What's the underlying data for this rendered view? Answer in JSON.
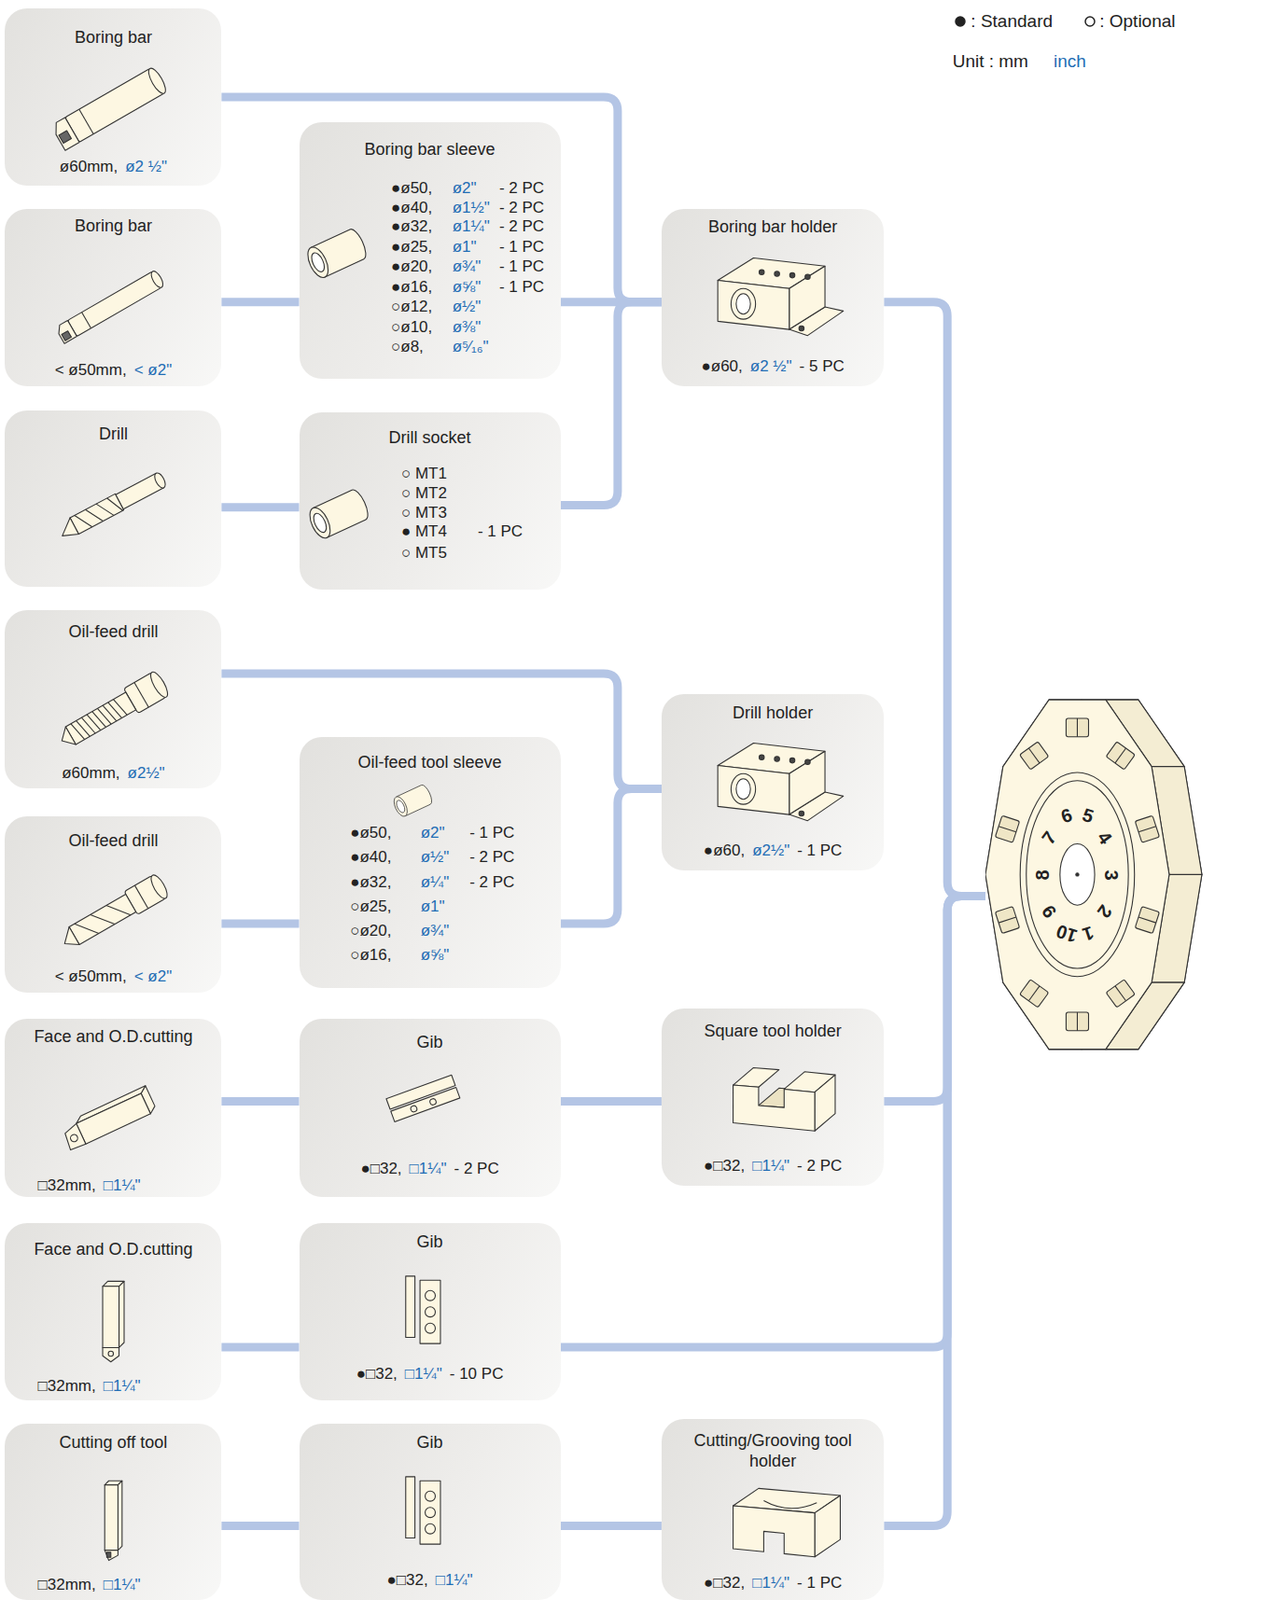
{
  "diagram": {
    "nodes": [
      {
        "text": [
          "Boring bar",
          "ø60mm,",
          "ø2 ½\""
        ]
      },
      {
        "text": [
          "Boring bar sleeve",
          "●ø50,",
          "ø2\"",
          "- 2 PC",
          "●ø40,",
          "ø1½\"",
          "- 2 PC",
          "●ø32,",
          "ø1¼\"",
          "- 2 PC",
          "●ø25,",
          "ø1\"",
          "- 1 PC",
          "●ø20,",
          "ø¾\"",
          "- 1 PC",
          "●ø16,",
          "ø⅝\"",
          "- 1 PC",
          "○ø12,",
          "ø½\"",
          "○ø10,",
          "ø⅜\"",
          "○ø8,",
          "ø⁵⁄₁₆\""
        ]
      },
      {
        "text": [
          "Boring bar holder",
          "●ø60,",
          "ø2 ½\"",
          "- 5 PC"
        ]
      },
      {
        "text": [
          "Boring bar",
          "< ø50mm,",
          "< ø2\""
        ]
      },
      {
        "text": [
          "Drill"
        ]
      },
      {
        "text": [
          "Drill socket",
          "○ MT1",
          "○ MT2",
          "○ MT3",
          "● MT4",
          "- 1 PC",
          "○ MT5"
        ]
      },
      {
        "text": [
          "Oil-feed drill",
          "ø60mm,",
          "ø2½\""
        ]
      },
      {
        "text": [
          "Drill holder",
          "●ø60,",
          "ø2½\"",
          "- 1 PC"
        ]
      },
      {
        "text": [
          "Oil-feed tool sleeve",
          "●ø50,",
          "ø2\"",
          "- 1 PC",
          "●ø40,",
          "ø½\"",
          "- 2 PC",
          "●ø32,",
          "ø¼\"",
          "- 2 PC",
          "○ø25,",
          "ø1\"",
          "○ø20,",
          "ø¾\"",
          "○ø16,",
          "ø⅝\""
        ]
      },
      {
        "text": [
          "Oil-feed drill",
          "< ø50mm,",
          "< ø2\""
        ]
      },
      {
        "text": [
          "Face and O.D.cutting",
          "□32mm,",
          "□1¼\""
        ]
      },
      {
        "text": [
          "Gib",
          "●□32,",
          "□1¼\"",
          "- 2 PC"
        ]
      },
      {
        "text": [
          "Square tool holder",
          "●□32,",
          "□1¼\"",
          "- 2 PC"
        ]
      },
      {
        "text": [
          "Face and O.D.cutting",
          "□32mm,",
          "□1¼\""
        ]
      },
      {
        "text": [
          "Gib",
          "●□32,",
          "□1¼\"",
          "- 10 PC"
        ]
      },
      {
        "text": [
          "Cutting off tool",
          "□32mm,",
          "□1¼\""
        ]
      },
      {
        "text": [
          "Gib",
          "●□32,",
          "□1¼\""
        ]
      },
      {
        "text": [
          "Cutting/Grooving tool holder",
          "●□32,",
          "□1¼\"",
          "- 1 PC"
        ]
      },
      {
        "text": [
          "1",
          "2",
          "3",
          "4",
          "5",
          "6",
          "7",
          "8",
          "9",
          "10"
        ]
      }
    ],
    "edges": [
      {
        "from": 0,
        "to": 2,
        "arrow": "none"
      },
      {
        "from": 3,
        "to": 1,
        "arrow": "none"
      },
      {
        "from": 1,
        "to": 2,
        "arrow": "none"
      },
      {
        "from": 4,
        "to": 5,
        "arrow": "none"
      },
      {
        "from": 5,
        "to": 2,
        "arrow": "none"
      },
      {
        "from": 6,
        "to": 7,
        "arrow": "none"
      },
      {
        "from": 9,
        "to": 8,
        "arrow": "none"
      },
      {
        "from": 8,
        "to": 7,
        "arrow": "none"
      },
      {
        "from": 10,
        "to": 11,
        "arrow": "none"
      },
      {
        "from": 11,
        "to": 12,
        "arrow": "none"
      },
      {
        "from": 13,
        "to": 14,
        "arrow": "none"
      },
      {
        "from": 15,
        "to": 16,
        "arrow": "none"
      },
      {
        "from": 16,
        "to": 17,
        "arrow": "none"
      },
      {
        "from": 2,
        "to": 18,
        "arrow": "none"
      },
      {
        "from": 12,
        "to": 18,
        "arrow": "none"
      },
      {
        "from": 14,
        "to": 18,
        "arrow": "none"
      },
      {
        "from": 17,
        "to": 18,
        "arrow": "none"
      }
    ],
    "labels": [
      "Unit : mm",
      "inch"
    ],
    "legend": [
      {
        "text": ": Standard"
      },
      {
        "text": ": Optional"
      }
    ]
  }
}
